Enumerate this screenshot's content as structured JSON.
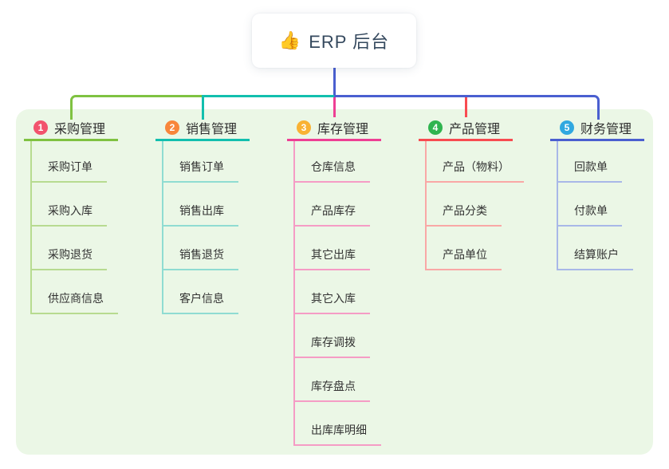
{
  "root": {
    "icon": "thumbs-up",
    "icon_glyph": "👍",
    "label": "ERP 后台"
  },
  "colors": {
    "panel_bg": "#ebf7e6",
    "root_stem": "#4a5fd0",
    "bus_green": "#7fc241",
    "bus_teal": "#12bfae",
    "bus_blue": "#4a5fd0",
    "drop_magenta": "#ee3f94",
    "drop_red": "#f84b51"
  },
  "branches": [
    {
      "index": "1",
      "label": "采购管理",
      "badge_color": "#f2536d",
      "line_color": "#7fc241",
      "child_line_color": "#b7db90",
      "children": [
        "采购订单",
        "采购入库",
        "采购退货",
        "供应商信息"
      ]
    },
    {
      "index": "2",
      "label": "销售管理",
      "badge_color": "#f8863b",
      "line_color": "#12bfae",
      "child_line_color": "#8fdcd2",
      "children": [
        "销售订单",
        "销售出库",
        "销售退货",
        "客户信息"
      ]
    },
    {
      "index": "3",
      "label": "库存管理",
      "badge_color": "#f9b234",
      "line_color": "#ee3f94",
      "child_line_color": "#f59cc5",
      "children": [
        "仓库信息",
        "产品库存",
        "其它出库",
        "其它入库",
        "库存调拨",
        "库存盘点",
        "出库库明细"
      ]
    },
    {
      "index": "4",
      "label": "产品管理",
      "badge_color": "#2fb44f",
      "line_color": "#f84b51",
      "child_line_color": "#f9a8a6",
      "children": [
        "产品（物料）",
        "产品分类",
        "产品单位"
      ]
    },
    {
      "index": "5",
      "label": "财务管理",
      "badge_color": "#30a8e0",
      "line_color": "#4a5fd0",
      "child_line_color": "#a8b8e8",
      "children": [
        "回款单",
        "付款单",
        "结算账户"
      ]
    }
  ]
}
